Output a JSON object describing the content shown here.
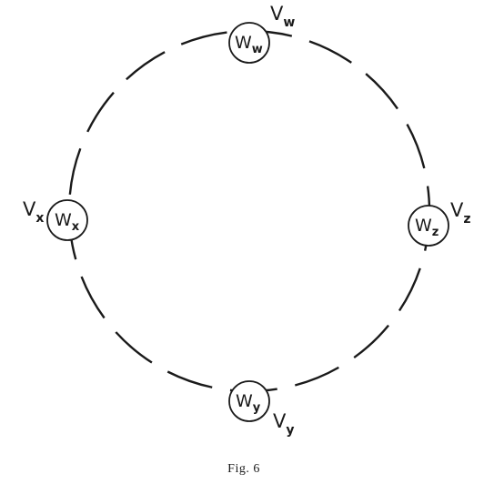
{
  "nodes": {
    "w": {
      "label_main": "W",
      "label_sub": "w",
      "vertex_main": "V",
      "vertex_sub": "w"
    },
    "x": {
      "label_main": "W",
      "label_sub": "x",
      "vertex_main": "V",
      "vertex_sub": "x"
    },
    "y": {
      "label_main": "W",
      "label_sub": "y",
      "vertex_main": "V",
      "vertex_sub": "y"
    },
    "z": {
      "label_main": "W",
      "label_sub": "z",
      "vertex_main": "V",
      "vertex_sub": "z"
    }
  },
  "caption": "Fig. 6"
}
